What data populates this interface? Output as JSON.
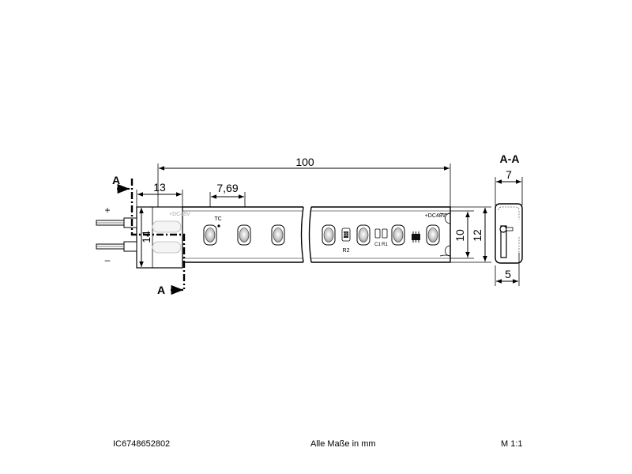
{
  "dimensions": {
    "length": "100",
    "end_cap": "13",
    "led_pitch": "7,69",
    "width_10": "10",
    "width_12": "12",
    "height_14": "14",
    "section_width": "7",
    "section_height": "5"
  },
  "section": {
    "cut_label": "A",
    "view_label": "A-A"
  },
  "strip": {
    "voltage_left": "+DC48V",
    "voltage_right": "+DC48V",
    "pad_label": "TC",
    "resistor_label": "R2",
    "cap_label": "C1",
    "resistor2_label": "R1",
    "resistor_marking": "331",
    "plus_sign": "+",
    "minus_sign": "–"
  },
  "footer": {
    "article_number": "IC6748652802",
    "units_note": "Alle Maße in mm",
    "scale": "M 1:1"
  }
}
